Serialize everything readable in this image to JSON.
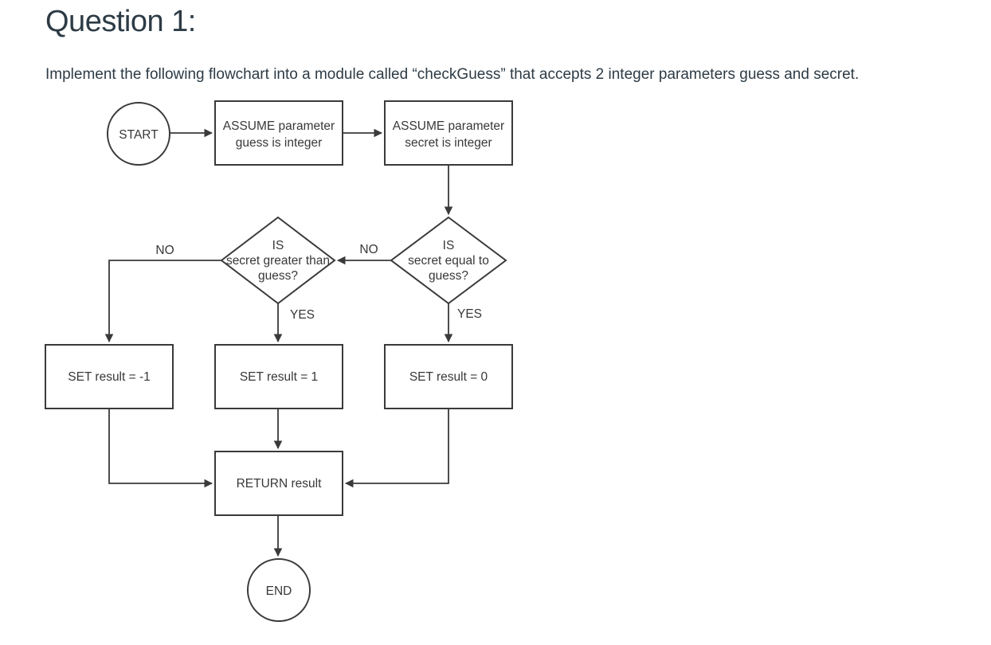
{
  "page": {
    "title": "Question 1:",
    "description": "Implement the following flowchart into a module called “checkGuess” that accepts 2 integer parameters guess and secret."
  },
  "flowchart": {
    "nodes": {
      "start": {
        "label": "START"
      },
      "assume_guess": {
        "lines": [
          "ASSUME parameter",
          "guess is integer"
        ]
      },
      "assume_secret": {
        "lines": [
          "ASSUME parameter",
          "secret is integer"
        ]
      },
      "is_equal": {
        "lines": [
          "IS",
          "secret equal to",
          "guess?"
        ]
      },
      "is_greater": {
        "lines": [
          "IS",
          "secret greater than",
          "guess?"
        ]
      },
      "set_result_neg1": {
        "label": "SET result = -1"
      },
      "set_result_1": {
        "label": "SET result = 1"
      },
      "set_result_0": {
        "label": "SET result = 0"
      },
      "return_result": {
        "label": "RETURN result"
      },
      "end": {
        "label": "END"
      }
    },
    "edge_labels": {
      "equal_no": "NO",
      "equal_yes": "YES",
      "greater_no": "NO",
      "greater_yes": "YES"
    },
    "colors": {
      "stroke": "#3a3a3a",
      "node_text": "#383838",
      "heading_text": "#2d3b45",
      "background": "#ffffff"
    }
  }
}
